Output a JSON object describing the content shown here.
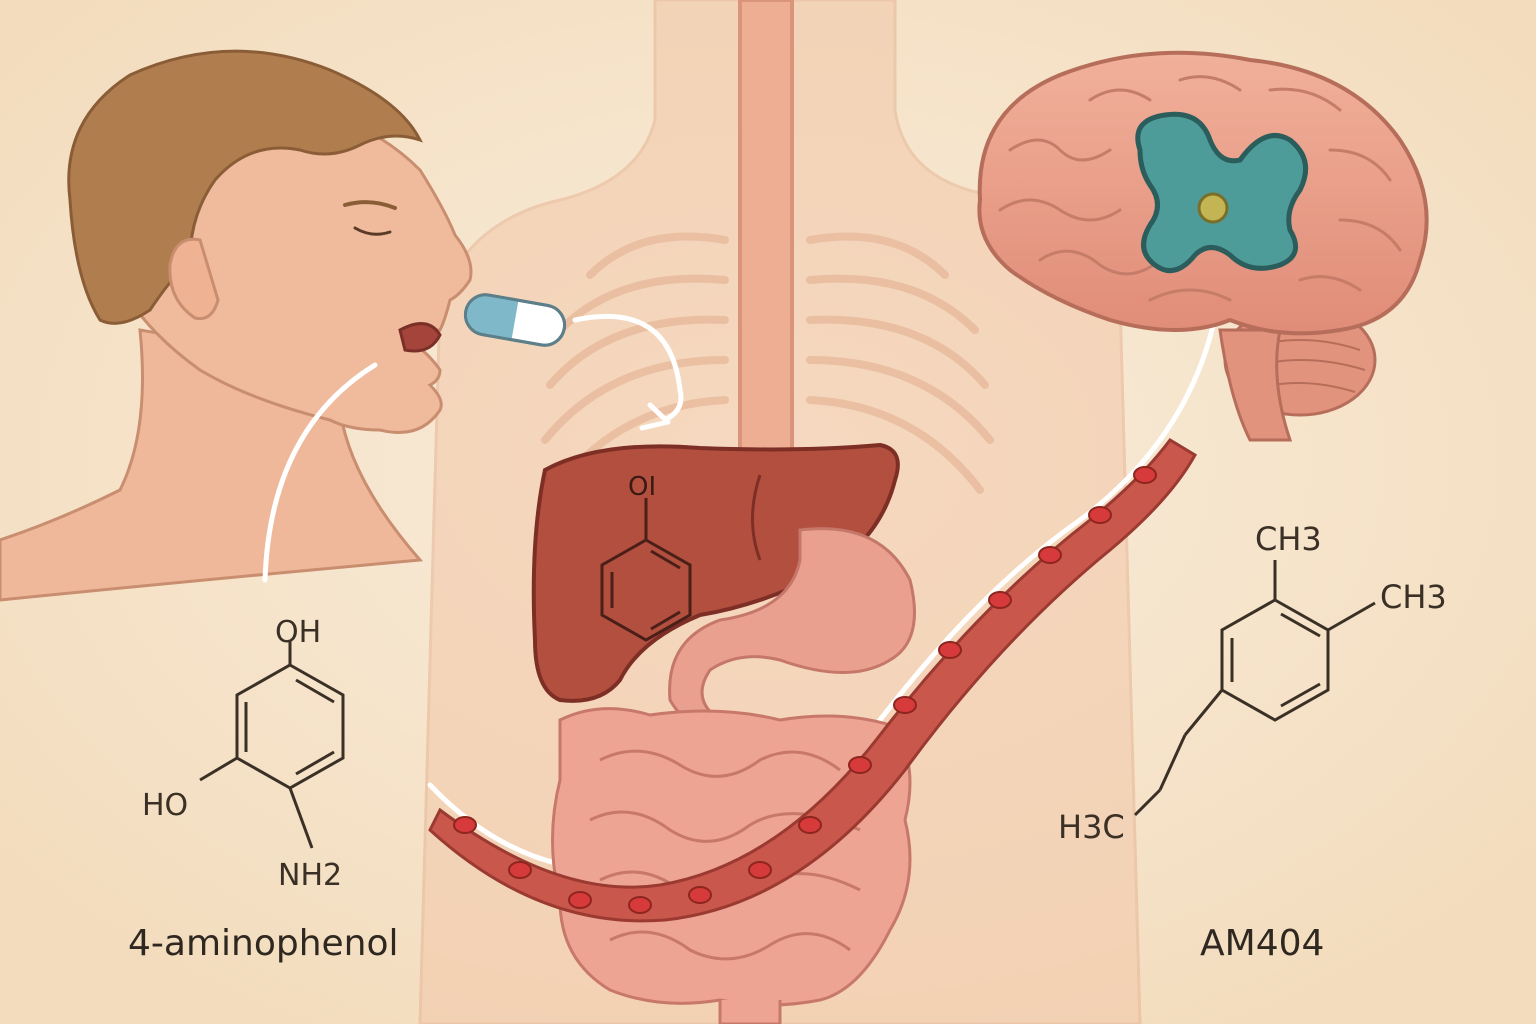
{
  "colors": {
    "background": "#f7e7cc",
    "skin": "#efb89a",
    "hair": "#b07d4f",
    "liver": "#b34f3e",
    "brain": "#eaa08c",
    "receptor": "#4e9c9a",
    "vessel": "#c9574c",
    "blood_cell": "#d63a3a",
    "capsule_blue": "#7fb9c9",
    "path_line": "#ffffff",
    "ink": "#3a3026"
  },
  "icons": {
    "capsule": "capsule-icon",
    "receptor": "receptor-icon"
  },
  "molecules": {
    "left": {
      "name": "4-aminophenol",
      "labels": {
        "top": "OH",
        "left": "HO",
        "bottom": "NH2"
      }
    },
    "liver": {
      "label": "OI"
    },
    "right": {
      "name": "AM404",
      "labels": {
        "methyl1": "CH3",
        "methyl2": "CH3",
        "terminal": "H3C"
      }
    }
  }
}
